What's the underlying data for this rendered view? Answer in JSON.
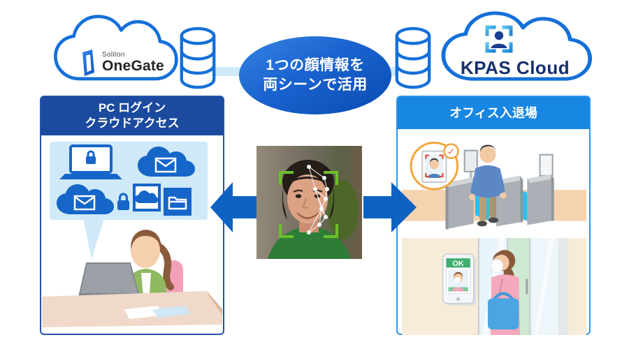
{
  "colors": {
    "cloud_outline": "#1470d8",
    "database_outline": "#1470d8",
    "connector_line": "#cfe8f8",
    "ellipse_gradient_start": "#3584e4",
    "ellipse_gradient_end": "#0a4ab2",
    "left_header_bg": "#1b4a9e",
    "left_panel_border": "#2253ae",
    "right_header_bg": "#1787e2",
    "right_panel_border": "#2e94ea",
    "arrow_blue": "#0f62c2",
    "bubble_bg": "#cfe9f8",
    "kpas_text": "#16306e",
    "ok_green": "#3fae6e",
    "badge_orange": "#f2a63e",
    "face_frame_green": "#6dbf2d"
  },
  "clouds": {
    "onegate": {
      "brand_small": "Soliton",
      "brand_large": "OneGate"
    },
    "kpas": {
      "brand": "KPAS Cloud"
    }
  },
  "ellipse": {
    "line1": "1つの顔情報を",
    "line2": "両シーンで活用"
  },
  "left_panel": {
    "title_line1": "PC ログイン",
    "title_line2": "クラウドアクセス"
  },
  "right_panel": {
    "title": "オフィス入退場",
    "tablet_ok": "OK",
    "badge_check": "✓"
  }
}
